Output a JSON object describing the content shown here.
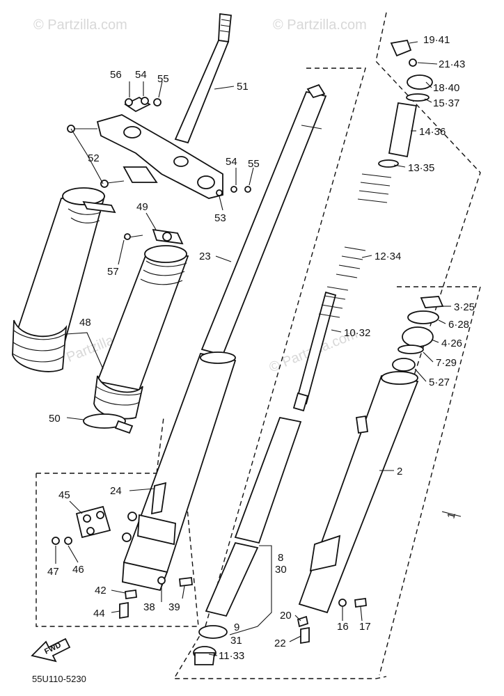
{
  "watermark": {
    "text": "© Partzilla.com"
  },
  "drawing_code": "55U110-5230",
  "fwd_label": "FWD",
  "callouts": [
    {
      "id": "l19_41",
      "text": "19·41"
    },
    {
      "id": "l21_43",
      "text": "21·43"
    },
    {
      "id": "l18_40",
      "text": "18·40"
    },
    {
      "id": "l15_37",
      "text": "15·37"
    },
    {
      "id": "l14_36",
      "text": "14·36"
    },
    {
      "id": "l13_35",
      "text": "13·35"
    },
    {
      "id": "l12_34",
      "text": "12·34"
    },
    {
      "id": "l10_32",
      "text": "10·32"
    },
    {
      "id": "l3_25",
      "text": "3·25"
    },
    {
      "id": "l6_28",
      "text": "6·28"
    },
    {
      "id": "l4_26",
      "text": "4·26"
    },
    {
      "id": "l7_29",
      "text": "7·29"
    },
    {
      "id": "l5_27",
      "text": "5·27"
    },
    {
      "id": "l2",
      "text": "2"
    },
    {
      "id": "l1",
      "text": "1"
    },
    {
      "id": "l51",
      "text": "51"
    },
    {
      "id": "l56",
      "text": "56"
    },
    {
      "id": "l54a",
      "text": "54"
    },
    {
      "id": "l55a",
      "text": "55"
    },
    {
      "id": "l52",
      "text": "52"
    },
    {
      "id": "l54b",
      "text": "54"
    },
    {
      "id": "l55b",
      "text": "55"
    },
    {
      "id": "l53",
      "text": "53"
    },
    {
      "id": "l49",
      "text": "49"
    },
    {
      "id": "l57",
      "text": "57"
    },
    {
      "id": "l23",
      "text": "23"
    },
    {
      "id": "l48",
      "text": "48"
    },
    {
      "id": "l50",
      "text": "50"
    },
    {
      "id": "l24",
      "text": "24"
    },
    {
      "id": "l45",
      "text": "45"
    },
    {
      "id": "l47",
      "text": "47"
    },
    {
      "id": "l46",
      "text": "46"
    },
    {
      "id": "l42",
      "text": "42"
    },
    {
      "id": "l44",
      "text": "44"
    },
    {
      "id": "l38",
      "text": "38"
    },
    {
      "id": "l39",
      "text": "39"
    },
    {
      "id": "l8",
      "text": "8"
    },
    {
      "id": "l30",
      "text": "30"
    },
    {
      "id": "l9",
      "text": "9"
    },
    {
      "id": "l31",
      "text": "31"
    },
    {
      "id": "l11_33",
      "text": "11·33"
    },
    {
      "id": "l20",
      "text": "20"
    },
    {
      "id": "l22",
      "text": "22"
    },
    {
      "id": "l16",
      "text": "16"
    },
    {
      "id": "l17",
      "text": "17"
    }
  ]
}
